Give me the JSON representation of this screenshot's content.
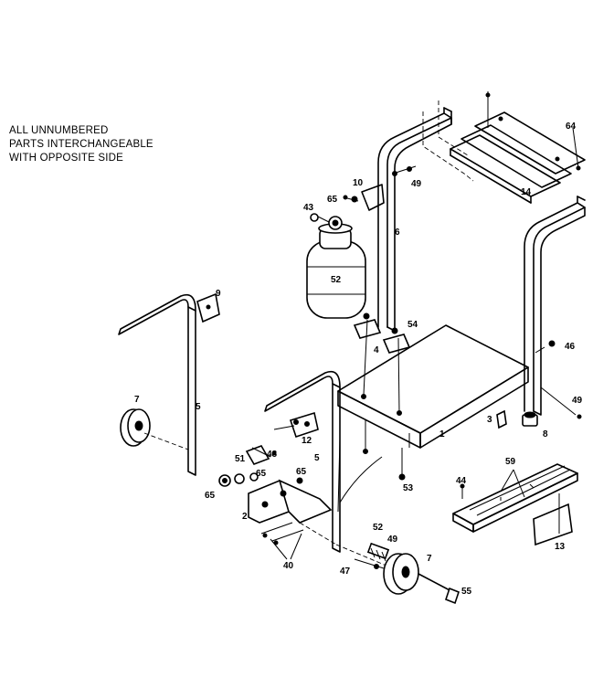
{
  "note": {
    "line1": "ALL UNNUMBERED",
    "line2": "PARTS INTERCHANGEABLE",
    "line3": "WITH OPPOSITE SIDE"
  },
  "callouts": {
    "c64": "64",
    "c14": "14",
    "c10": "10",
    "c65a": "65",
    "c49a": "49",
    "c43": "43",
    "c6": "6",
    "c52a": "52",
    "c9": "9",
    "c54": "54",
    "c4": "4",
    "c46": "46",
    "c49b": "49",
    "c7a": "7",
    "c5a": "5",
    "c3": "3",
    "c8": "8",
    "c1": "1",
    "c12": "12",
    "c48": "48",
    "c51": "51",
    "c5b": "5",
    "c65b": "65",
    "c65c": "65",
    "c65d": "65",
    "c53": "53",
    "c44": "44",
    "c59": "59",
    "c2": "2",
    "c13": "13",
    "c40": "40",
    "c52b": "52",
    "c49c": "49",
    "c47": "47",
    "c7b": "7",
    "c55": "55"
  }
}
